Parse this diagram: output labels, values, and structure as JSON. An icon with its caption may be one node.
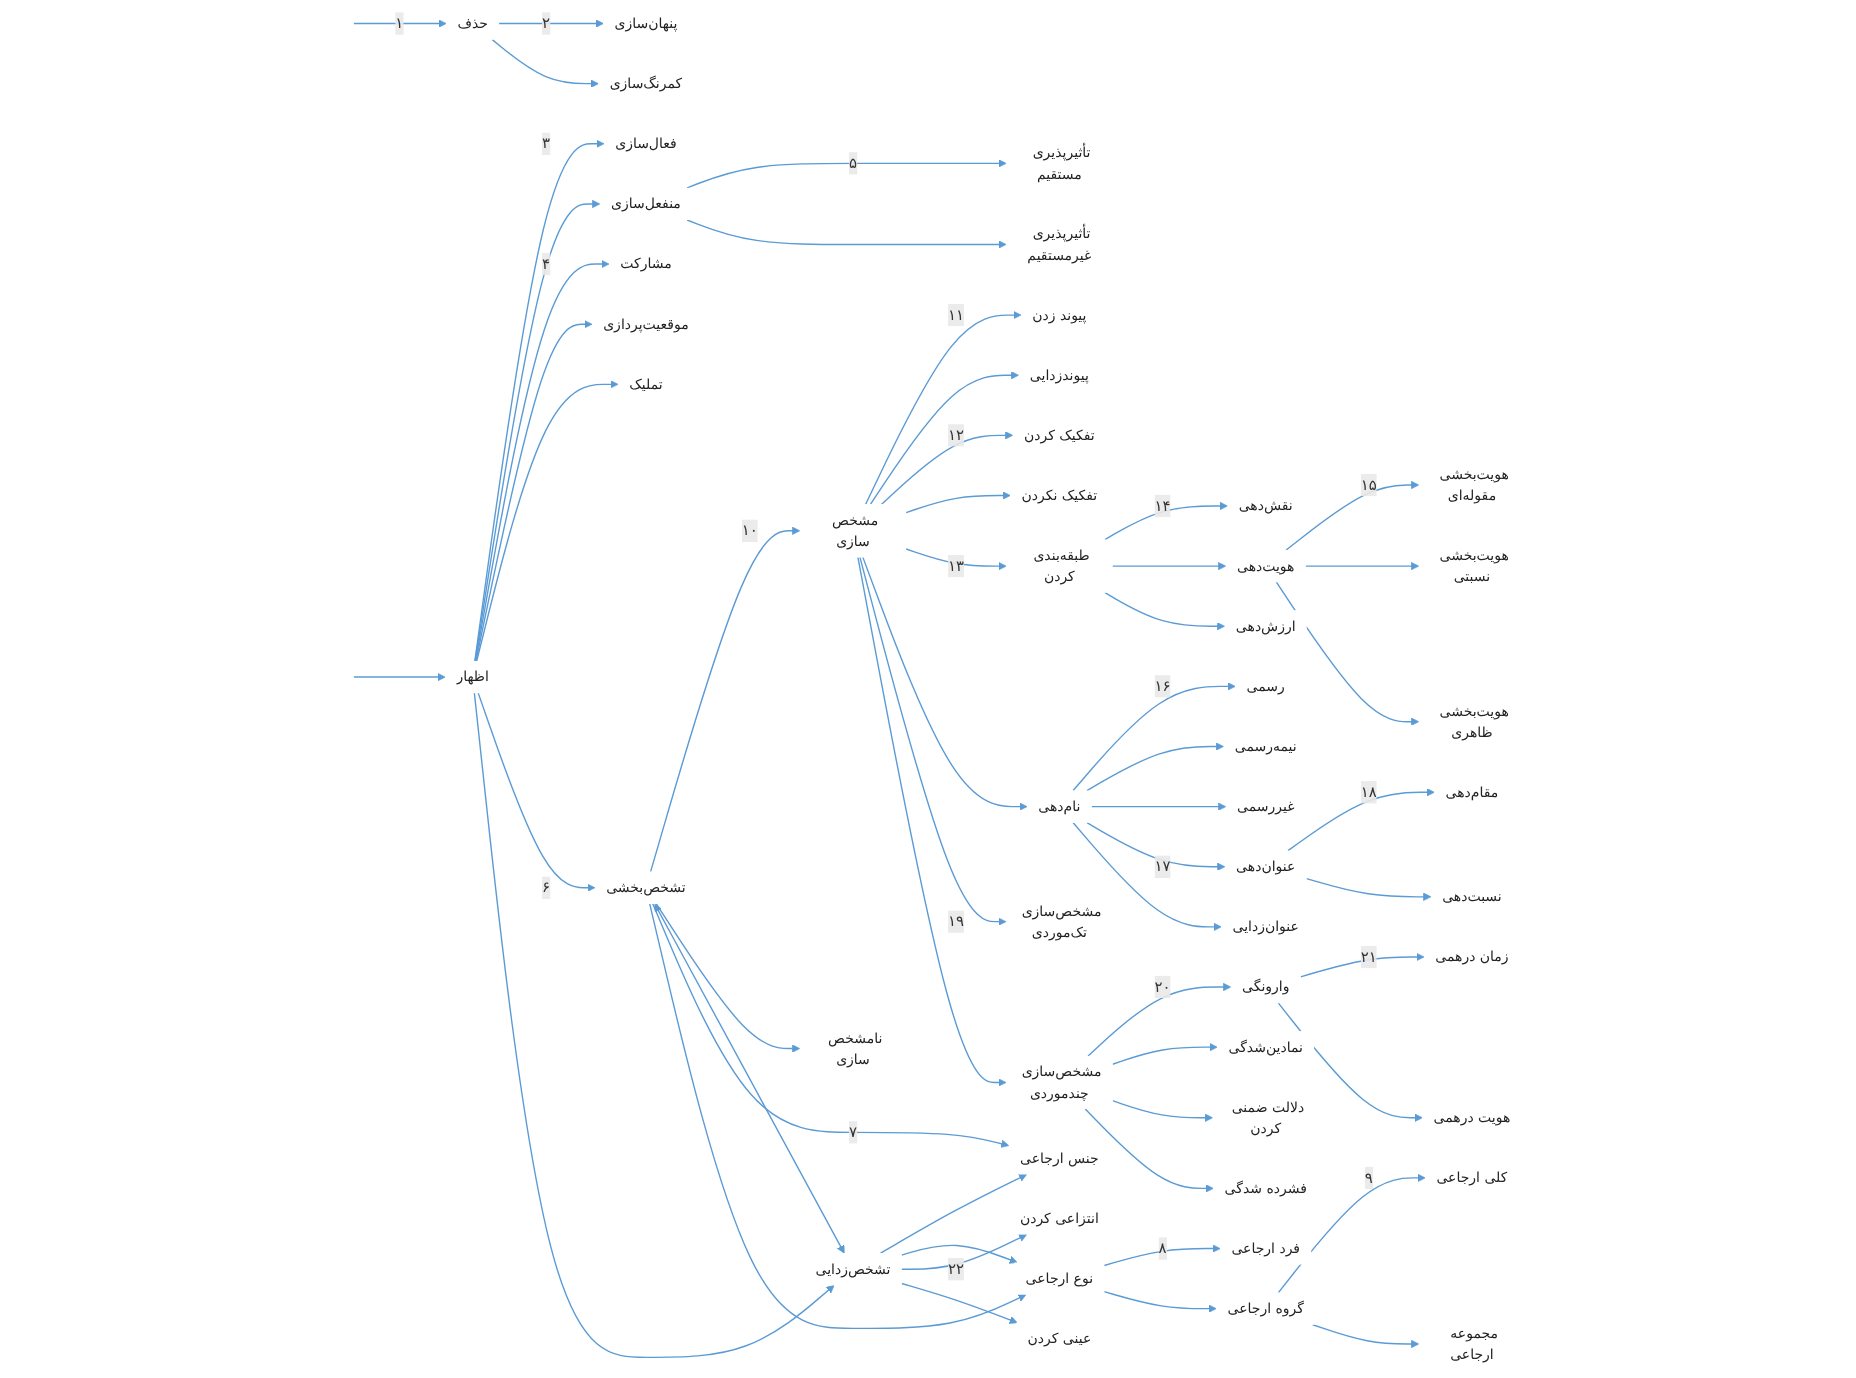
{
  "diagram": {
    "nodes": [
      {
        "text": [
          "حذف"
        ]
      },
      {
        "text": [
          "اظهار"
        ]
      },
      {
        "text": [
          "پنهان‌سازی"
        ]
      },
      {
        "text": [
          "کمرنگ‌سازی"
        ]
      },
      {
        "text": [
          "فعال‌سازی"
        ]
      },
      {
        "text": [
          "منفعل‌سازی"
        ]
      },
      {
        "text": [
          "تأثیرپذیری مستقیم"
        ]
      },
      {
        "text": [
          "تأثیرپذیری غیرمستقیم"
        ]
      },
      {
        "text": [
          "مشارکت"
        ]
      },
      {
        "text": [
          "موقعیت‌پردازی"
        ]
      },
      {
        "text": [
          "تملیک"
        ]
      },
      {
        "text": [
          "تشخص‌بخشی"
        ]
      },
      {
        "text": [
          "تشخص‌زدایی"
        ]
      },
      {
        "text": [
          "مشخص سازی"
        ]
      },
      {
        "text": [
          "نامشخص سازی"
        ]
      },
      {
        "text": [
          "جنس ارجاعی"
        ]
      },
      {
        "text": [
          "نوع ارجاعی"
        ]
      },
      {
        "text": [
          "انتزاعی کردن"
        ]
      },
      {
        "text": [
          "عینی کردن"
        ]
      },
      {
        "text": [
          "فرد ارجاعی"
        ]
      },
      {
        "text": [
          "گروه ارجاعی"
        ]
      },
      {
        "text": [
          "کلی ارجاعی"
        ]
      },
      {
        "text": [
          "مجموعه ارجاعی"
        ]
      },
      {
        "text": [
          "پیوند زدن"
        ]
      },
      {
        "text": [
          "پیوندزدایی"
        ]
      },
      {
        "text": [
          "تفکیک کردن"
        ]
      },
      {
        "text": [
          "تفکیک نکردن"
        ]
      },
      {
        "text": [
          "طبقه‌بندی کردن"
        ]
      },
      {
        "text": [
          "نام‌دهی"
        ]
      },
      {
        "text": [
          "مشخص‌سازی تک‌موردی"
        ]
      },
      {
        "text": [
          "مشخص‌سازی چندموردی"
        ]
      },
      {
        "text": [
          "نقش‌دهی"
        ]
      },
      {
        "text": [
          "هویت‌دهی"
        ]
      },
      {
        "text": [
          "ارزش‌دهی"
        ]
      },
      {
        "text": [
          "هویت‌بخشی مقوله‌ای"
        ]
      },
      {
        "text": [
          "هویت‌بخشی نسبتی"
        ]
      },
      {
        "text": [
          "هویت‌بخشی ظاهری"
        ]
      },
      {
        "text": [
          "رسمی"
        ]
      },
      {
        "text": [
          "نیمه‌رسمی"
        ]
      },
      {
        "text": [
          "غیررسمی"
        ]
      },
      {
        "text": [
          "عنوان‌دهی"
        ]
      },
      {
        "text": [
          "عنوان‌زدایی"
        ]
      },
      {
        "text": [
          "مقام‌دهی"
        ]
      },
      {
        "text": [
          "نسبت‌دهی"
        ]
      },
      {
        "text": [
          "وارونگی"
        ]
      },
      {
        "text": [
          "نمادین‌شدگی"
        ]
      },
      {
        "text": [
          "دلالت ضمنی کردن"
        ]
      },
      {
        "text": [
          "فشرده شدگی"
        ]
      },
      {
        "text": [
          "زمان درهمی"
        ]
      },
      {
        "text": [
          "هویت درهمی"
        ]
      }
    ],
    "edges": [
      {
        "from": null,
        "to": 0,
        "arrow": "to",
        "label": "۱"
      },
      {
        "from": null,
        "to": 1,
        "arrow": "to"
      },
      {
        "from": 0,
        "to": 2,
        "arrow": "to",
        "label": "۲"
      },
      {
        "from": 0,
        "to": 3,
        "arrow": "to"
      },
      {
        "from": 1,
        "to": 4,
        "arrow": "to",
        "label": "۳"
      },
      {
        "from": 1,
        "to": 5,
        "arrow": "to"
      },
      {
        "from": 5,
        "to": 6,
        "arrow": "to",
        "label": "۵"
      },
      {
        "from": 5,
        "to": 7,
        "arrow": "to"
      },
      {
        "from": 1,
        "to": 8,
        "arrow": "to",
        "label": "۴"
      },
      {
        "from": 1,
        "to": 9,
        "arrow": "to"
      },
      {
        "from": 1,
        "to": 10,
        "arrow": "to"
      },
      {
        "from": 1,
        "to": 11,
        "arrow": "to",
        "label": "۶"
      },
      {
        "from": 1,
        "to": 12,
        "arrow": "to"
      },
      {
        "from": 11,
        "to": 13,
        "arrow": "to",
        "label": "۱۰"
      },
      {
        "from": 11,
        "to": 14,
        "arrow": "to"
      },
      {
        "from": 11,
        "to": 12,
        "arrow": "both"
      },
      {
        "from": 11,
        "to": 15,
        "arrow": "to",
        "label": "۷"
      },
      {
        "from": 11,
        "to": 16,
        "arrow": "to"
      },
      {
        "from": 12,
        "to": 15,
        "arrow": "to"
      },
      {
        "from": 12,
        "to": 16,
        "arrow": "to"
      },
      {
        "from": 12,
        "to": 17,
        "arrow": "to",
        "label": "۲۲"
      },
      {
        "from": 12,
        "to": 18,
        "arrow": "to"
      },
      {
        "from": 16,
        "to": 19,
        "arrow": "to",
        "label": "۸"
      },
      {
        "from": 16,
        "to": 20,
        "arrow": "to"
      },
      {
        "from": 20,
        "to": 21,
        "arrow": "to",
        "label": "۹"
      },
      {
        "from": 20,
        "to": 22,
        "arrow": "to"
      },
      {
        "from": 13,
        "to": 23,
        "arrow": "to",
        "label": "۱۱"
      },
      {
        "from": 13,
        "to": 24,
        "arrow": "to"
      },
      {
        "from": 13,
        "to": 25,
        "arrow": "to",
        "label": "۱۲"
      },
      {
        "from": 13,
        "to": 26,
        "arrow": "to"
      },
      {
        "from": 13,
        "to": 27,
        "arrow": "to",
        "label": "۱۳"
      },
      {
        "from": 13,
        "to": 28,
        "arrow": "to"
      },
      {
        "from": 13,
        "to": 29,
        "arrow": "to",
        "label": "۱۹"
      },
      {
        "from": 13,
        "to": 30,
        "arrow": "to"
      },
      {
        "from": 27,
        "to": 31,
        "arrow": "to",
        "label": "۱۴"
      },
      {
        "from": 27,
        "to": 32,
        "arrow": "to"
      },
      {
        "from": 27,
        "to": 33,
        "arrow": "to"
      },
      {
        "from": 32,
        "to": 34,
        "arrow": "to",
        "label": "۱۵"
      },
      {
        "from": 32,
        "to": 35,
        "arrow": "to"
      },
      {
        "from": 32,
        "to": 36,
        "arrow": "to"
      },
      {
        "from": 28,
        "to": 37,
        "arrow": "to",
        "label": "۱۶"
      },
      {
        "from": 28,
        "to": 38,
        "arrow": "to"
      },
      {
        "from": 28,
        "to": 39,
        "arrow": "to"
      },
      {
        "from": 28,
        "to": 40,
        "arrow": "to",
        "label": "۱۷"
      },
      {
        "from": 28,
        "to": 41,
        "arrow": "to"
      },
      {
        "from": 40,
        "to": 42,
        "arrow": "to",
        "label": "۱۸"
      },
      {
        "from": 40,
        "to": 43,
        "arrow": "to"
      },
      {
        "from": 30,
        "to": 44,
        "arrow": "to",
        "label": "۲۰"
      },
      {
        "from": 30,
        "to": 45,
        "arrow": "to"
      },
      {
        "from": 30,
        "to": 46,
        "arrow": "to"
      },
      {
        "from": 30,
        "to": 47,
        "arrow": "to"
      },
      {
        "from": 44,
        "to": 48,
        "arrow": "to",
        "label": "۲۱"
      },
      {
        "from": 44,
        "to": 49,
        "arrow": "to"
      }
    ]
  }
}
